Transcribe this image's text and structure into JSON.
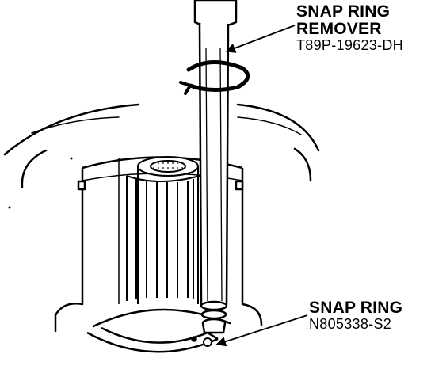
{
  "callouts": {
    "remover": {
      "line1": "SNAP RING",
      "line2": "REMOVER",
      "part_number": "T89P-19623-DH"
    },
    "snap_ring": {
      "line1": "SNAP RING",
      "part_number": "N805338-S2"
    }
  },
  "colors": {
    "ink": "#000000",
    "paper": "#ffffff"
  },
  "icons": [
    "rotation-arrow-icon"
  ]
}
